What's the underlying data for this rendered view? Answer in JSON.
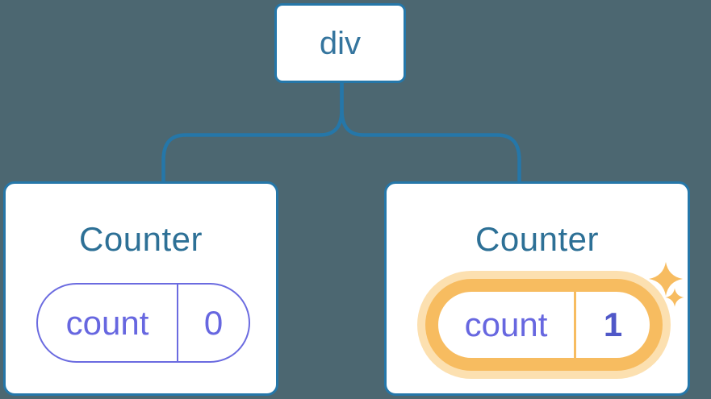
{
  "tree": {
    "root": {
      "label": "div"
    },
    "children": [
      {
        "title": "Counter",
        "state": {
          "key": "count",
          "value": "0"
        },
        "highlighted": false
      },
      {
        "title": "Counter",
        "state": {
          "key": "count",
          "value": "1"
        },
        "highlighted": true
      }
    ]
  },
  "icons": {
    "sparkle_large": "sparkle-icon",
    "sparkle_small": "sparkle-icon"
  },
  "colors": {
    "background": "#4C6771",
    "node_fill": "#FFFFFF",
    "stroke_blue": "#2577A9",
    "root_label_blue": "#35759E",
    "title_blue": "#2D7096",
    "state_purple": "#6767E0",
    "state_value_emphasis": "#5058C8",
    "highlight_orange": "#F7BC60",
    "highlight_halo": "#FCE0B0"
  }
}
